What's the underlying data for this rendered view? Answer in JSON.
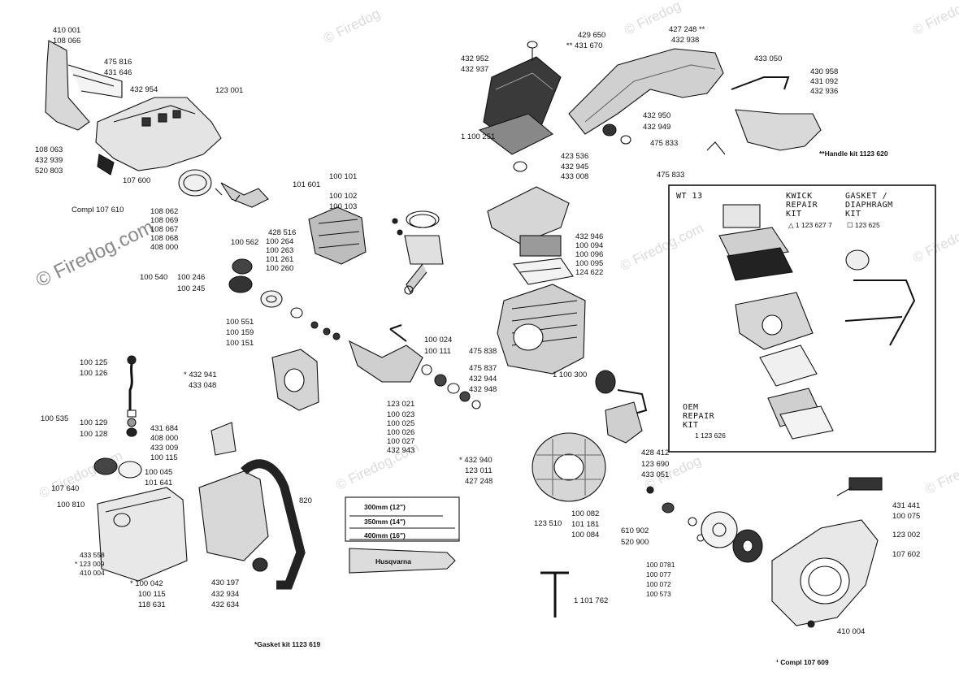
{
  "watermark": "© Firedog.com",
  "watermark_short": "© Firedog",
  "parts": {
    "p410001": "410 001",
    "p108066": "108 066",
    "p475816": "475 816",
    "p431646": "431 646",
    "p432954": "432 954",
    "p123001": "123 001",
    "p108063": "108 063",
    "p432939": "432 939",
    "p520803": "520 803",
    "p107600": "107 600",
    "compl107610": "Compl 107 610",
    "p108062": "108 062",
    "p108069": "108 069",
    "p108067": "108 067",
    "p108068": "108 068",
    "p408000a": "408 000",
    "p100562": "100 562",
    "p100540": "100 540",
    "p100246": "100 246",
    "p100245": "100 245",
    "p100551": "100 551",
    "p100159": "100 159",
    "p100151": "100 151",
    "p101601": "101 601",
    "p100101": "100 101",
    "p100102": "100 102",
    "p100103": "100 103",
    "p428516": "428 516",
    "p100264": "100 264",
    "p100263": "100 263",
    "p101261": "101 261",
    "p100260": "100 260",
    "p432952": "432 952",
    "p432937": "432 937",
    "p100251": "1  100 251",
    "p429650": "429 650",
    "p431670": "** 431 670",
    "p427248a": "427 248  **",
    "p432938": "432 938",
    "p433050": "433 050",
    "p430958": "430 958",
    "p431092": "431 092",
    "p432936": "432 936",
    "p432950": "432 950",
    "p432949": "432 949",
    "p475833a": "475 833",
    "p475833b": "475 833",
    "handlekit": "**Handle kit  1123 620",
    "p423536": "423 536",
    "p432945": "432 945",
    "p433008": "433 008",
    "p432946": "432 946",
    "p100094": "100 094",
    "p100096": "100 096",
    "p100095": "100 095",
    "p124622": "124 622",
    "p100024": "100 024",
    "p100111": "100 111",
    "p475838": "475 838",
    "p475837": "475 837",
    "p432944": "432 944",
    "p432948": "432 948",
    "p123021": "123 021",
    "p100023": "100 023",
    "p100025": "100 025",
    "p100026": "100 026",
    "p100027": "100 027",
    "p432943": "432 943",
    "p100300": "1 100 300",
    "p100125": "100 125",
    "p100126": "100 126",
    "p432941": "* 432 941",
    "p433048": "433 048",
    "p100535": "100 535",
    "p100129": "100 129",
    "p100128": "100 128",
    "p431684": "431 684",
    "p408000b": "408 000",
    "p433009": "433 009",
    "p100115a": "100 115",
    "p100045": "100 045",
    "p101641": "101 641",
    "p107640": "107 640",
    "p100810": "100 810",
    "p433558": "433 558",
    "p123009": "* 123 009",
    "p410004a": "410 004",
    "p100042": "* 100 042",
    "p100115b": "100 115",
    "p118631": "118 631",
    "p430197": "430 197",
    "p432934": "432 934",
    "p432634": "432 634",
    "p820": "820",
    "p432940": "* 432 940",
    "p123011": "123 011",
    "p427248b": "427 248",
    "p123510": "123 510",
    "p100082": "100 082",
    "p101181": "101 181",
    "p100084": "100 084",
    "p610902": "610 902",
    "p520900": "520 900",
    "p428412": "428 412",
    "p123690": "123 690",
    "p433051": "433 051",
    "p431441": "431 441",
    "p100075": "100 075",
    "p123002": "123 002",
    "p107602": "107 602",
    "p100078": "100 0781",
    "p100077": "100 077",
    "p100072": "100 072",
    "p100573": "100 573",
    "p410004b": "410 004",
    "compl107609": "¹ Compl 107 609",
    "p101762": "1  101 762",
    "gasketkit": "*Gasket kit 1123 619",
    "bar300": "300mm  (12\")",
    "bar350": "350mm  (14\")",
    "bar400": "400mm  (16\")",
    "brand": "Husqvarna"
  },
  "inset": {
    "title": "WT 13",
    "kwick_l1": "KWICK",
    "kwick_l2": "REPAIR",
    "kwick_l3": "KIT",
    "kwick_num": "△ 1 123 627 7",
    "gasket_l1": "GASKET /",
    "gasket_l2": "DIAPHRAGM",
    "gasket_l3": "KIT",
    "gasket_num": "☐ 123 625",
    "oem_l1": "OEM",
    "oem_l2": "REPAIR",
    "oem_l3": "KIT",
    "oem_num": "1   123 626"
  }
}
